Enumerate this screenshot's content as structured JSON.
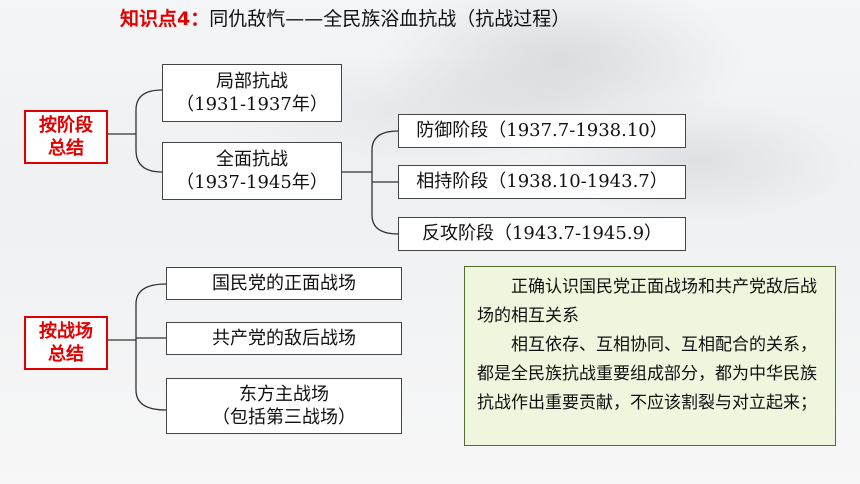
{
  "title": {
    "label": "知识点4：",
    "text": "同仇敌忾——全民族浴血抗战（抗战过程）"
  },
  "stage_group": {
    "label_line1": "按阶段",
    "label_line2": "总结",
    "partial_war": {
      "name": "局部抗战",
      "years": "（1931-1937年）"
    },
    "total_war": {
      "name": "全面抗战",
      "years": "（1937-1945年）"
    },
    "phases": [
      "防御阶段（1937.7-1938.10）",
      "相持阶段（1938.10-1943.7）",
      "反攻阶段（1943.7-1945.9）"
    ]
  },
  "battlefield_group": {
    "label_line1": "按战场",
    "label_line2": "总结",
    "items": [
      {
        "line1": "国民党的正面战场",
        "line2": ""
      },
      {
        "line1": "共产党的敌后战场",
        "line2": ""
      },
      {
        "line1": "东方主战场",
        "line2": "（包括第三战场）"
      }
    ]
  },
  "summary": {
    "para1": "正确认识国民党正面战场和共产党敌后战场的相互关系",
    "para2": "相互依存、互相协同、互相配合的关系，都是全民族抗战重要组成部分，都为中华民族抗战作出重要贡献，不应该割裂与对立起来；"
  }
}
